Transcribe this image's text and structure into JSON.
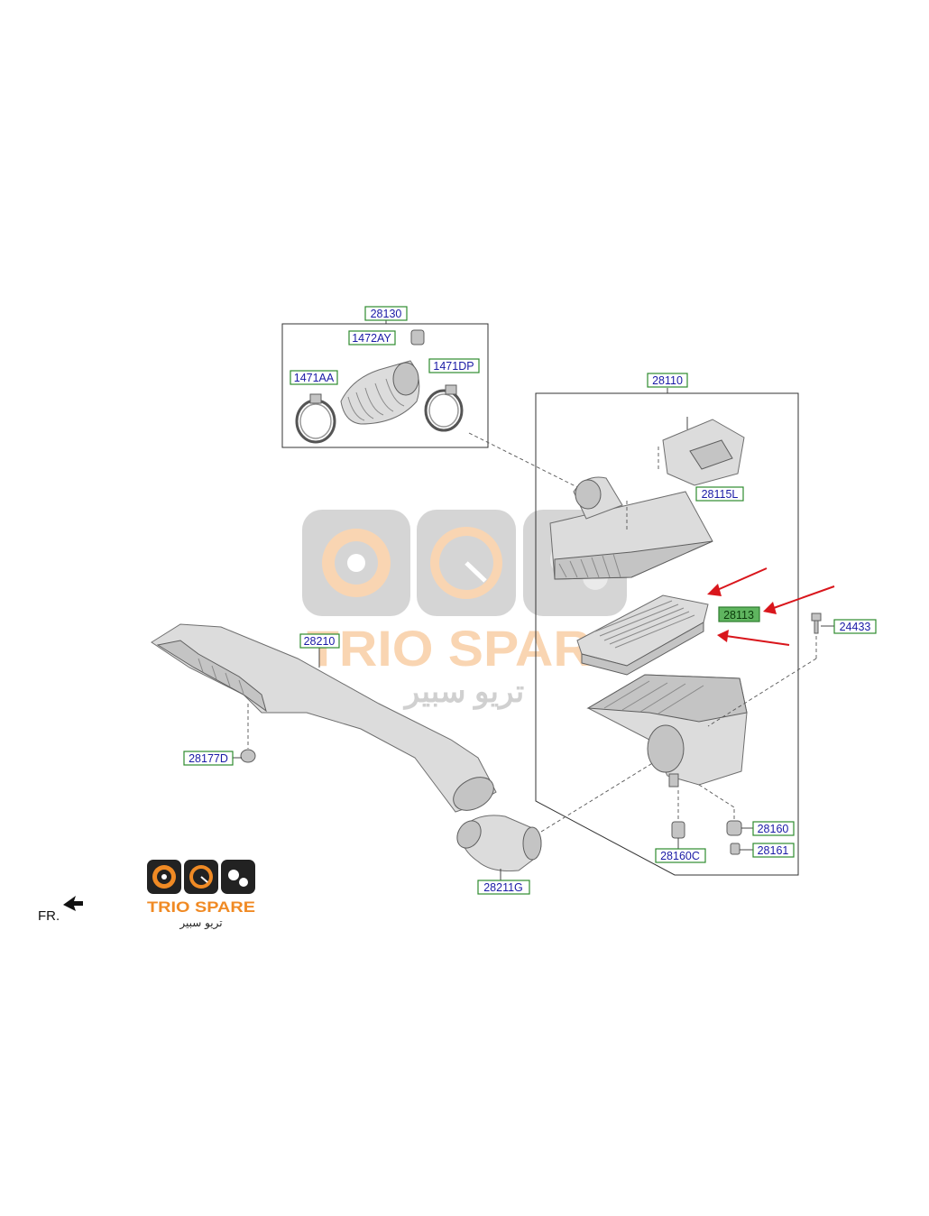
{
  "colors": {
    "label_border": "#2e8b2e",
    "label_text": "#1a1aa6",
    "highlight_fill": "#5fb55f",
    "arrow": "#d9161c",
    "brand_orange": "#f08a24",
    "brand_dark": "#222222"
  },
  "parts": {
    "p28130": "28130",
    "p1472AY": "1472AY",
    "p1471AA": "1471AA",
    "p1471DP": "1471DP",
    "p28110": "28110",
    "p28115L": "28115L",
    "p28113": "28113",
    "p24433": "24433",
    "p28210": "28210",
    "p28177D": "28177D",
    "p28160": "28160",
    "p28161": "28161",
    "p28160C": "28160C",
    "p28211G": "28211G"
  },
  "highlighted_part": "28113",
  "orientation": {
    "label": "FR."
  },
  "watermark": {
    "brand_latin": "TRIO SPARE",
    "brand_arabic": "تريو سبير"
  },
  "logo": {
    "brand_latin": "TRIO SPARE",
    "brand_arabic": "تريو سبير"
  }
}
